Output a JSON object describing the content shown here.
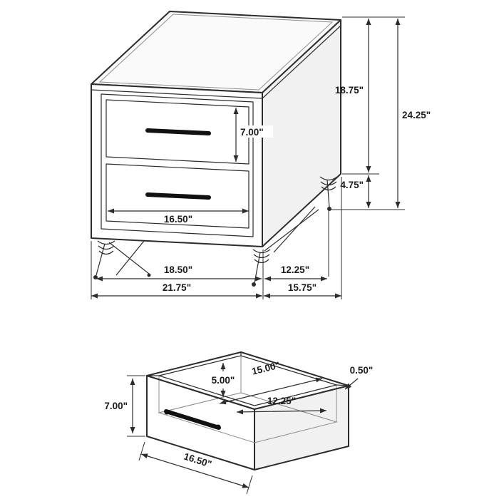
{
  "colors": {
    "line": "#2c2c2c",
    "surface": "#f4f4f4",
    "handle": "#111111"
  },
  "nightstand": {
    "drawer_height_label": "7.00\"",
    "drawer_width_label": "16.50\"",
    "leg_span_front_label": "18.50\"",
    "leg_span_side_label": "12.25\"",
    "overall_width_label": "21.75\"",
    "overall_depth_label": "15.75\"",
    "case_height_label": "18.75\"",
    "overall_height_label": "24.25\"",
    "leg_height_label": "4.75\""
  },
  "drawer": {
    "front_height_label": "7.00\"",
    "front_width_label": "16.50\"",
    "interior_depth_label": "15.00\"",
    "interior_height_label": "5.00\"",
    "interior_width_label": "12.25\"",
    "side_thickness_label": "0.50\""
  }
}
